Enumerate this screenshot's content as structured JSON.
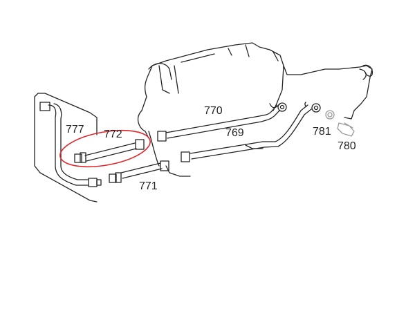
{
  "parts": [
    {
      "id": "777",
      "label": "777"
    },
    {
      "id": "772",
      "label": "772",
      "highlighted": true
    },
    {
      "id": "770",
      "label": "770"
    },
    {
      "id": "769",
      "label": "769"
    },
    {
      "id": "771",
      "label": "771"
    },
    {
      "id": "781",
      "label": "781"
    },
    {
      "id": "780",
      "label": "780"
    }
  ],
  "colors": {
    "line": "#222222",
    "highlight": "#e0262b",
    "ghost": "#999999"
  }
}
